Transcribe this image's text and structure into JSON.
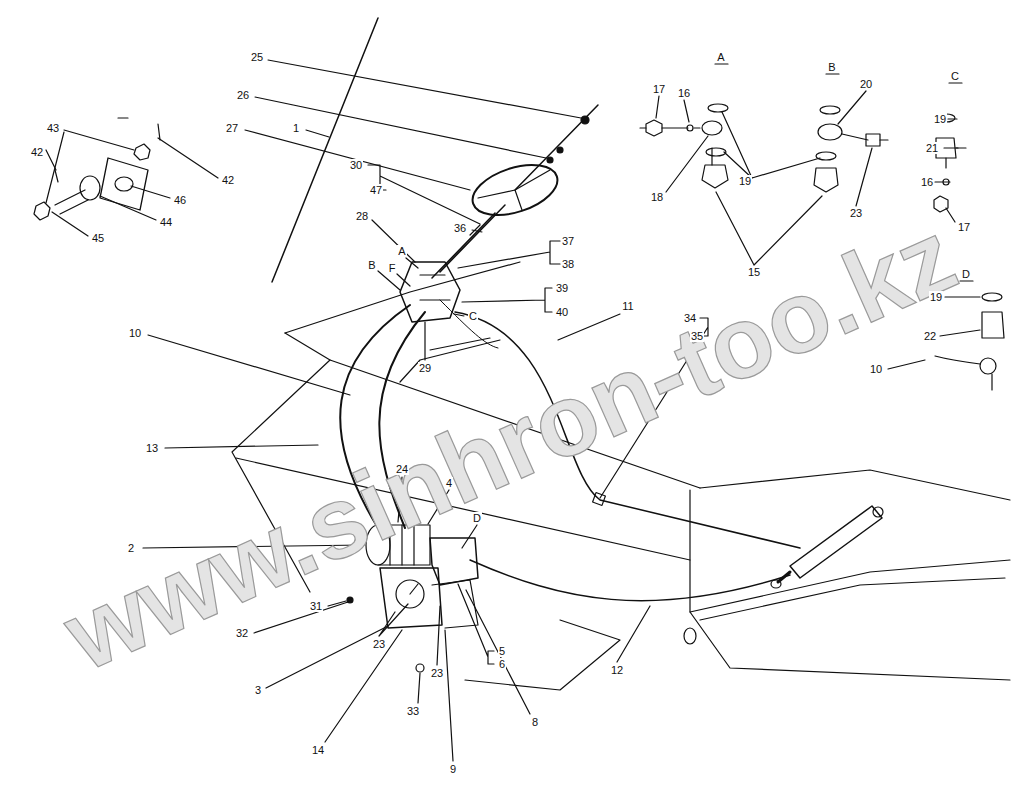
{
  "diagram": {
    "labels": [
      "25",
      "26",
      "27",
      "1",
      "30",
      "47",
      "43",
      "42",
      "42",
      "46",
      "44",
      "45",
      "A",
      "17",
      "16",
      "B",
      "20",
      "C",
      "19",
      "21",
      "16",
      "19",
      "18",
      "23",
      "17",
      "15",
      "D",
      "19",
      "22",
      "10",
      "28",
      "36",
      "37",
      "38",
      "A",
      "B",
      "F",
      "39",
      "40",
      "C",
      "11",
      "34",
      "35",
      "10",
      "29",
      "13",
      "24",
      "4",
      "D",
      "2",
      "31",
      "32",
      "23",
      "5",
      "6",
      "23",
      "12",
      "3",
      "33",
      "8",
      "14",
      "9",
      "www.sinhron-too.kz"
    ]
  }
}
